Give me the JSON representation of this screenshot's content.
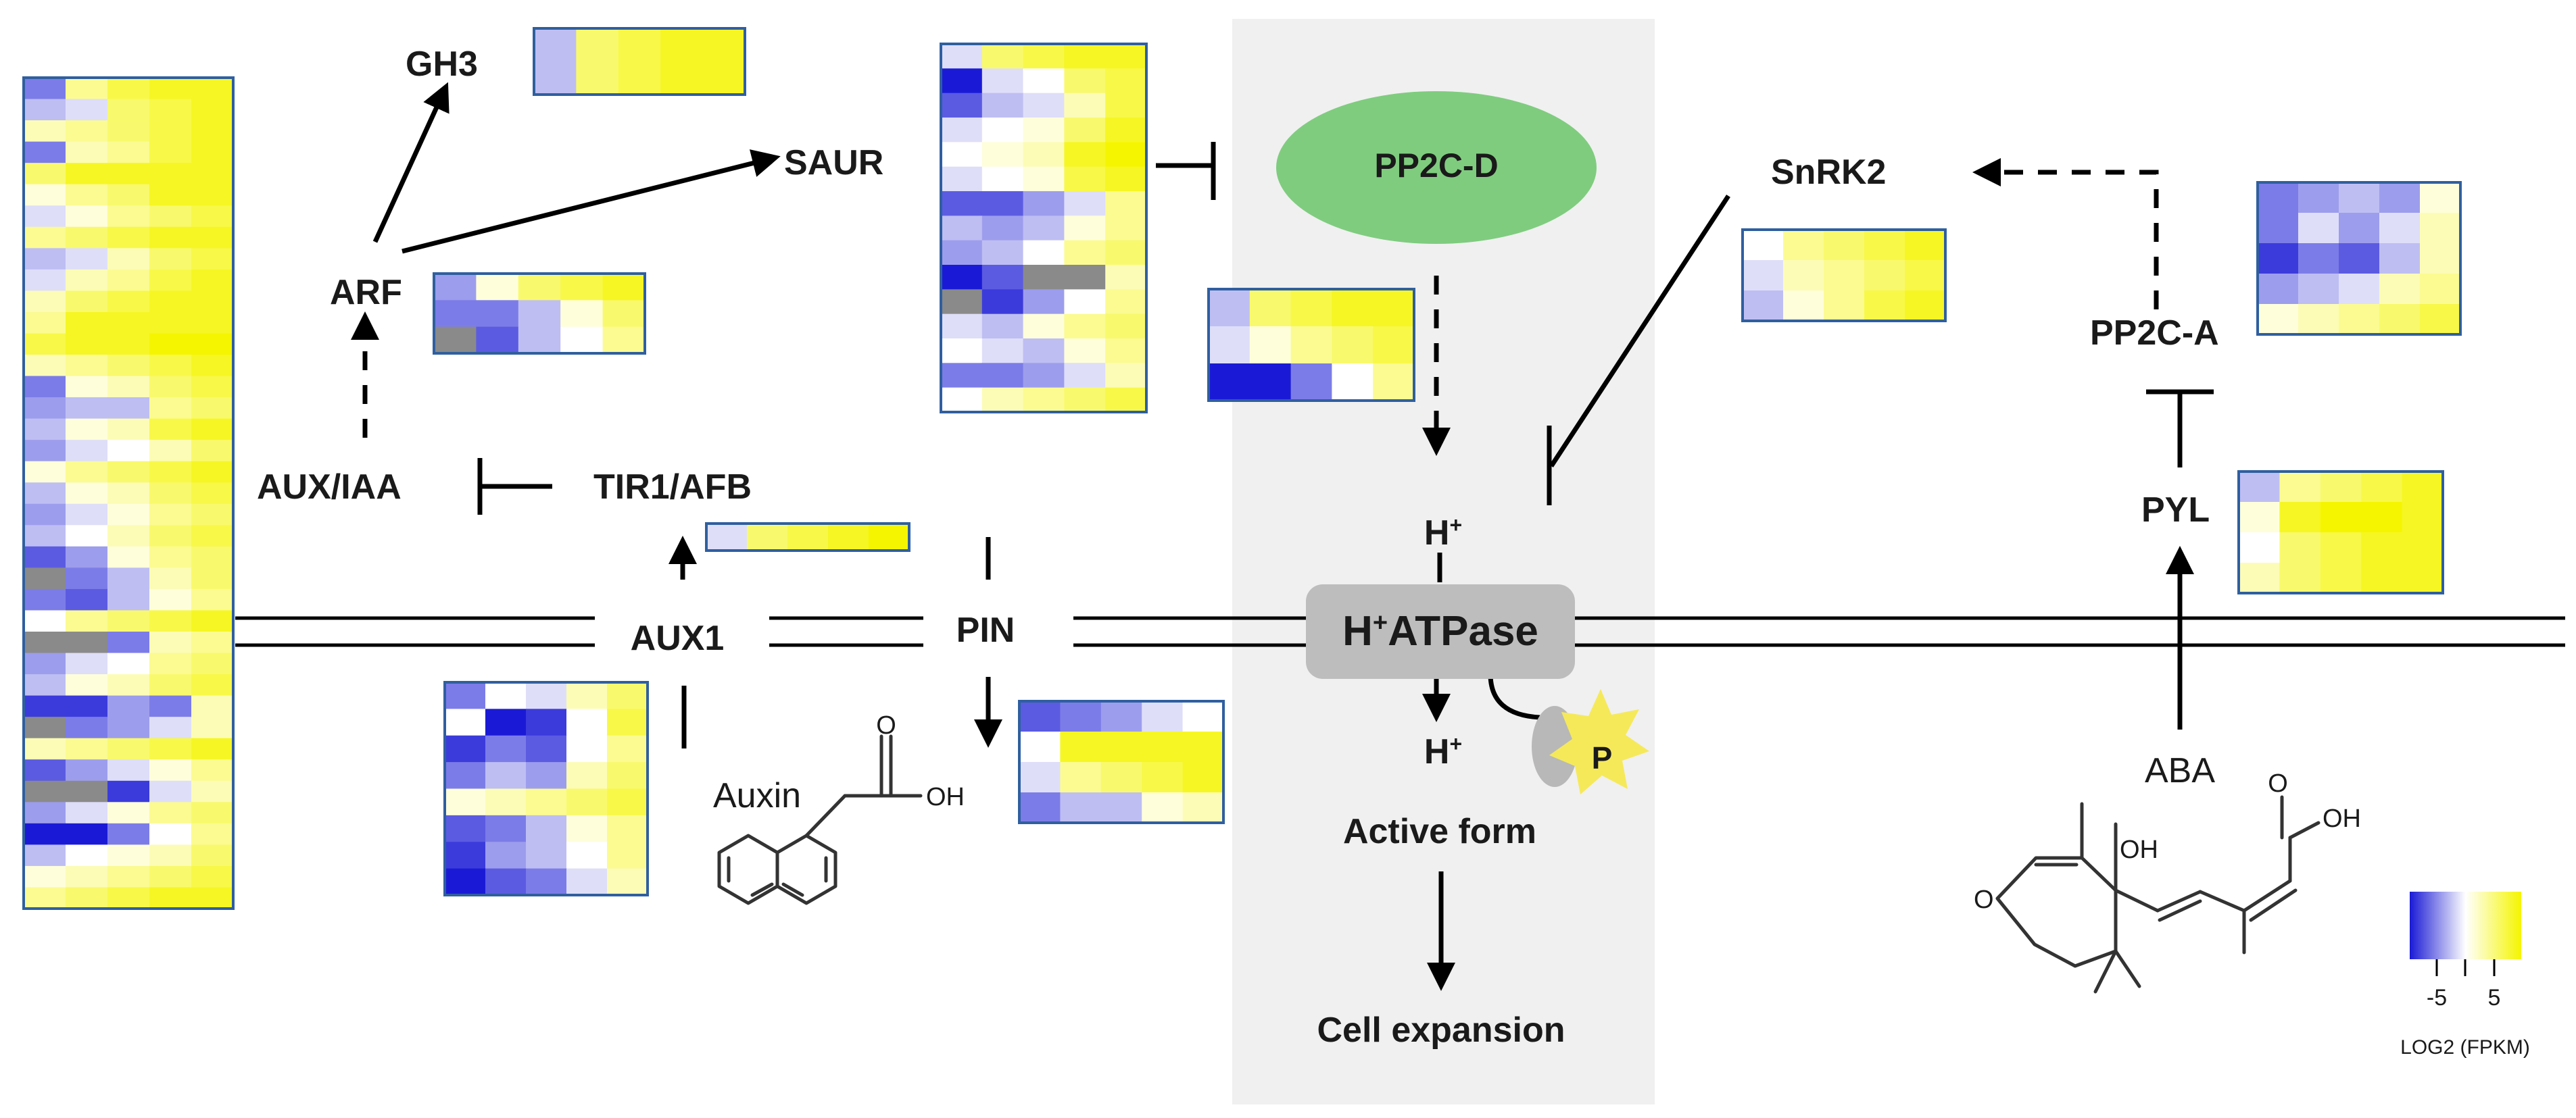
{
  "labels": {
    "gh3": "GH3",
    "saur": "SAUR",
    "arf": "ARF",
    "aux_iaa": "AUX/IAA",
    "tir1_afb": "TIR1/AFB",
    "aux1": "AUX1",
    "pin": "PIN",
    "auxin": "Auxin",
    "pp2c_d": "PP2C-D",
    "h_top": "H",
    "h_bottom": "H",
    "plus": "+",
    "h_atpase_h": "H",
    "h_atpase_rest": "ATPase",
    "phospho": "P",
    "active_form": "Active form",
    "cell_expansion": "Cell expansion",
    "snrk2": "SnRK2",
    "pp2c_a": "PP2C-A",
    "pyl": "PYL",
    "aba": "ABA",
    "auxin_o": "O",
    "auxin_oh": "OH",
    "aba_o": "O",
    "aba_oh_ring": "OH",
    "aba_o_acid": "O",
    "aba_oh_acid": "OH"
  },
  "legend": {
    "ticks": [
      "-5",
      "5"
    ],
    "title": "LOG2 (FPKM)",
    "color_low": "#1a1ad6",
    "color_mid": "#ffffff",
    "color_high": "#f5f500"
  },
  "colors": {
    "pp2c_d_fill": "#7fcc7f",
    "membrane_region": "#f0f0f0",
    "h_atpase_fill": "#bdbdbd",
    "phospho_star": "#f5e95a",
    "phospho_anchor": "#b8b8b8",
    "heatmap_border": "#2f5f9f",
    "missing_cell": "#8a8a8a"
  },
  "heatmaps": {
    "large_left": {
      "rows": [
        [
          -4,
          3,
          5,
          6,
          6
        ],
        [
          -2,
          -1,
          4,
          5,
          6
        ],
        [
          2,
          3,
          4,
          5,
          6
        ],
        [
          -4,
          2,
          3,
          5,
          6
        ],
        [
          4,
          6,
          6,
          6,
          6
        ],
        [
          1,
          3,
          4,
          6,
          6
        ],
        [
          -1,
          1,
          3,
          4,
          5
        ],
        [
          3,
          4,
          5,
          6,
          6
        ],
        [
          -2,
          -1,
          2,
          4,
          5
        ],
        [
          -1,
          2,
          3,
          5,
          6
        ],
        [
          2,
          4,
          5,
          6,
          6
        ],
        [
          3,
          6,
          6,
          6,
          6
        ],
        [
          5,
          6,
          6,
          7,
          7
        ],
        [
          2,
          3,
          4,
          5,
          6
        ],
        [
          -4,
          1,
          2,
          4,
          5
        ],
        [
          -3,
          -2,
          -2,
          3,
          4
        ],
        [
          -2,
          1,
          2,
          5,
          6
        ],
        [
          -3,
          -1,
          0,
          2,
          4
        ],
        [
          1,
          3,
          4,
          5,
          6
        ],
        [
          -2,
          1,
          2,
          4,
          5
        ],
        [
          -3,
          -1,
          1,
          3,
          4
        ],
        [
          -2,
          0,
          2,
          4,
          5
        ],
        [
          -5,
          -3,
          1,
          3,
          4
        ],
        [
          null,
          -4,
          -2,
          2,
          4
        ],
        [
          -4,
          -5,
          -2,
          1,
          3
        ],
        [
          0,
          3,
          4,
          5,
          6
        ],
        [
          null,
          null,
          -4,
          2,
          3
        ],
        [
          -3,
          -1,
          0,
          3,
          4
        ],
        [
          -2,
          1,
          2,
          4,
          5
        ],
        [
          -6,
          -6,
          -3,
          -4,
          2
        ],
        [
          null,
          -4,
          -3,
          -1,
          2
        ],
        [
          2,
          3,
          4,
          5,
          6
        ],
        [
          -5,
          -3,
          -1,
          1,
          3
        ],
        [
          null,
          null,
          -6,
          -1,
          2
        ],
        [
          -3,
          -1,
          1,
          3,
          4
        ],
        [
          -7,
          -7,
          -4,
          0,
          3
        ],
        [
          -2,
          0,
          1,
          2,
          4
        ],
        [
          1,
          2,
          3,
          4,
          5
        ],
        [
          3,
          4,
          5,
          6,
          6
        ]
      ]
    },
    "gh3": {
      "rows": [
        [
          -2,
          4,
          5,
          6,
          6
        ]
      ]
    },
    "arf": {
      "rows": [
        [
          -3,
          1,
          4,
          5,
          6
        ],
        [
          -4,
          -4,
          -2,
          1,
          4
        ],
        [
          null,
          -5,
          -2,
          0,
          3
        ]
      ]
    },
    "tir1": {
      "rows": [
        [
          -1,
          4,
          5,
          6,
          7
        ]
      ]
    },
    "aux1": {
      "rows": [
        [
          -4,
          0,
          -1,
          2,
          4
        ],
        [
          0,
          -7,
          -6,
          0,
          5
        ],
        [
          -6,
          -4,
          -5,
          0,
          3
        ],
        [
          -4,
          -2,
          -3,
          2,
          4
        ],
        [
          1,
          2,
          3,
          4,
          5
        ],
        [
          -5,
          -4,
          -2,
          1,
          3
        ],
        [
          -6,
          -3,
          -2,
          0,
          3
        ],
        [
          -7,
          -5,
          -4,
          -1,
          2
        ]
      ]
    },
    "pin": {
      "rows": [
        [
          -5,
          -4,
          -3,
          -1,
          0
        ],
        [
          0,
          6,
          6,
          6,
          6
        ],
        [
          -1,
          3,
          4,
          5,
          6
        ],
        [
          -4,
          -2,
          -2,
          1,
          2
        ]
      ]
    },
    "saur": {
      "rows": [
        [
          -1,
          4,
          5,
          6,
          6
        ],
        [
          -7,
          -1,
          0,
          4,
          5
        ],
        [
          -5,
          -2,
          -1,
          2,
          5
        ],
        [
          -1,
          0,
          1,
          4,
          6
        ],
        [
          0,
          1,
          2,
          6,
          7
        ],
        [
          -1,
          0,
          1,
          5,
          6
        ],
        [
          -5,
          -5,
          -3,
          -1,
          3
        ],
        [
          -2,
          -3,
          -2,
          1,
          3
        ],
        [
          -3,
          -2,
          0,
          3,
          4
        ],
        [
          -7,
          -5,
          null,
          null,
          2
        ],
        [
          null,
          -6,
          -3,
          0,
          3
        ],
        [
          -1,
          -2,
          1,
          3,
          4
        ],
        [
          0,
          -1,
          -2,
          1,
          3
        ],
        [
          -4,
          -4,
          -3,
          -1,
          2
        ],
        [
          0,
          2,
          3,
          4,
          5
        ]
      ]
    },
    "pp2c_d": {
      "rows": [
        [
          -2,
          4,
          5,
          6,
          6
        ],
        [
          -1,
          1,
          3,
          4,
          5
        ],
        [
          -7,
          -7,
          -4,
          0,
          3
        ]
      ]
    },
    "snrk2": {
      "rows": [
        [
          0,
          3,
          4,
          5,
          6
        ],
        [
          -1,
          2,
          3,
          4,
          5
        ],
        [
          -2,
          1,
          3,
          5,
          6
        ]
      ]
    },
    "pp2c_a": {
      "rows": [
        [
          -4,
          -3,
          -2,
          -3,
          1
        ],
        [
          -4,
          -1,
          -3,
          -1,
          2
        ],
        [
          -6,
          -4,
          -5,
          -2,
          2
        ],
        [
          -3,
          -2,
          -1,
          2,
          3
        ],
        [
          1,
          2,
          3,
          4,
          5
        ]
      ]
    },
    "pyl": {
      "rows": [
        [
          -2,
          3,
          4,
          5,
          6
        ],
        [
          1,
          6,
          7,
          7,
          6
        ],
        [
          0,
          4,
          5,
          6,
          6
        ],
        [
          2,
          4,
          5,
          6,
          6
        ]
      ]
    }
  }
}
